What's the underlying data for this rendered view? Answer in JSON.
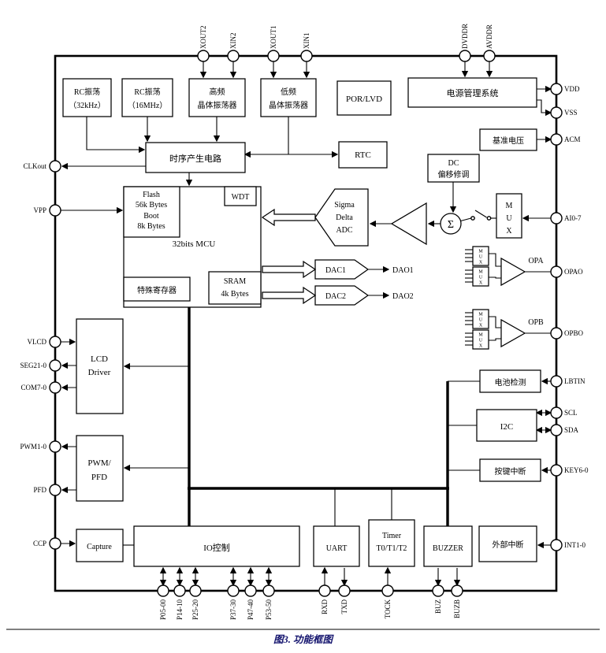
{
  "caption": {
    "figure_label": "图3. 功能框图"
  },
  "blocks": {
    "rc_osc_32k": [
      "RC振荡",
      "（32kHz）"
    ],
    "rc_osc_16m": [
      "RC振荡",
      "（16MHz）"
    ],
    "hf_crystal_osc": [
      "高频",
      "晶体振荡器"
    ],
    "lf_crystal_osc": [
      "低频",
      "晶体振荡器"
    ],
    "por_lvd": [
      "POR/LVD"
    ],
    "power_mgmt": [
      "电源管理系统"
    ],
    "vref": [
      "基准电压"
    ],
    "timing_gen": [
      "时序产生电路"
    ],
    "rtc": [
      "RTC"
    ],
    "dc_offset_trim": [
      "DC",
      "偏移修调"
    ],
    "flash": [
      "Flash",
      "56k Bytes",
      "Boot",
      "8k Bytes"
    ],
    "wdt": [
      "WDT"
    ],
    "mcu": [
      "32bits MCU"
    ],
    "sfr": [
      "特殊寄存器"
    ],
    "sram": [
      "SRAM",
      "4k Bytes"
    ],
    "sigma_delta_adc": [
      "Sigma",
      "Delta",
      "ADC"
    ],
    "sigma": [
      "Σ"
    ],
    "mux": [
      "M",
      "U",
      "X"
    ],
    "mux_small": [
      "M",
      "U",
      "X"
    ],
    "dac1": [
      "DAC1"
    ],
    "dac2": [
      "DAC2"
    ],
    "dao1": [
      "DAO1"
    ],
    "dao2": [
      "DAO2"
    ],
    "opa": [
      "OPA"
    ],
    "opb": [
      "OPB"
    ],
    "lcd_driver": [
      "LCD",
      "Driver"
    ],
    "battery_detect": [
      "电池检测"
    ],
    "i2c": [
      "I2C"
    ],
    "key_interrupt": [
      "按键中断"
    ],
    "pwm_pfd": [
      "PWM/",
      "PFD"
    ],
    "capture": [
      "Capture"
    ],
    "io_control": [
      "IO控制"
    ],
    "uart": [
      "UART"
    ],
    "timer": [
      "Timer",
      "T0/T1/T2"
    ],
    "buzzer": [
      "BUZZER"
    ],
    "ext_interrupt": [
      "外部中断"
    ]
  },
  "pins": {
    "top": [
      "XOUT2",
      "XIN2",
      "XOUT1",
      "XIN1",
      "DVDDR",
      "AVDDR"
    ],
    "right": [
      "VDD",
      "VSS",
      "ACM",
      "AI0-7",
      "OPAO",
      "OPBO",
      "LBTIN",
      "SCL",
      "SDA",
      "KEY6-0",
      "INT1-0"
    ],
    "left": [
      "CLKout",
      "VPP",
      "VLCD",
      "SEG21-0",
      "COM7-0",
      "PWM1-0",
      "PFD",
      "CCP"
    ],
    "bottom": [
      "P05-00",
      "P14-10",
      "P25-20",
      "P37-30",
      "P47-40",
      "P53-50",
      "RXD",
      "TXD",
      "TOCK",
      "BUZ",
      "BUZB"
    ]
  },
  "colors": {
    "line": "#000000",
    "caption_text": "#14146e",
    "background": "#ffffff"
  }
}
